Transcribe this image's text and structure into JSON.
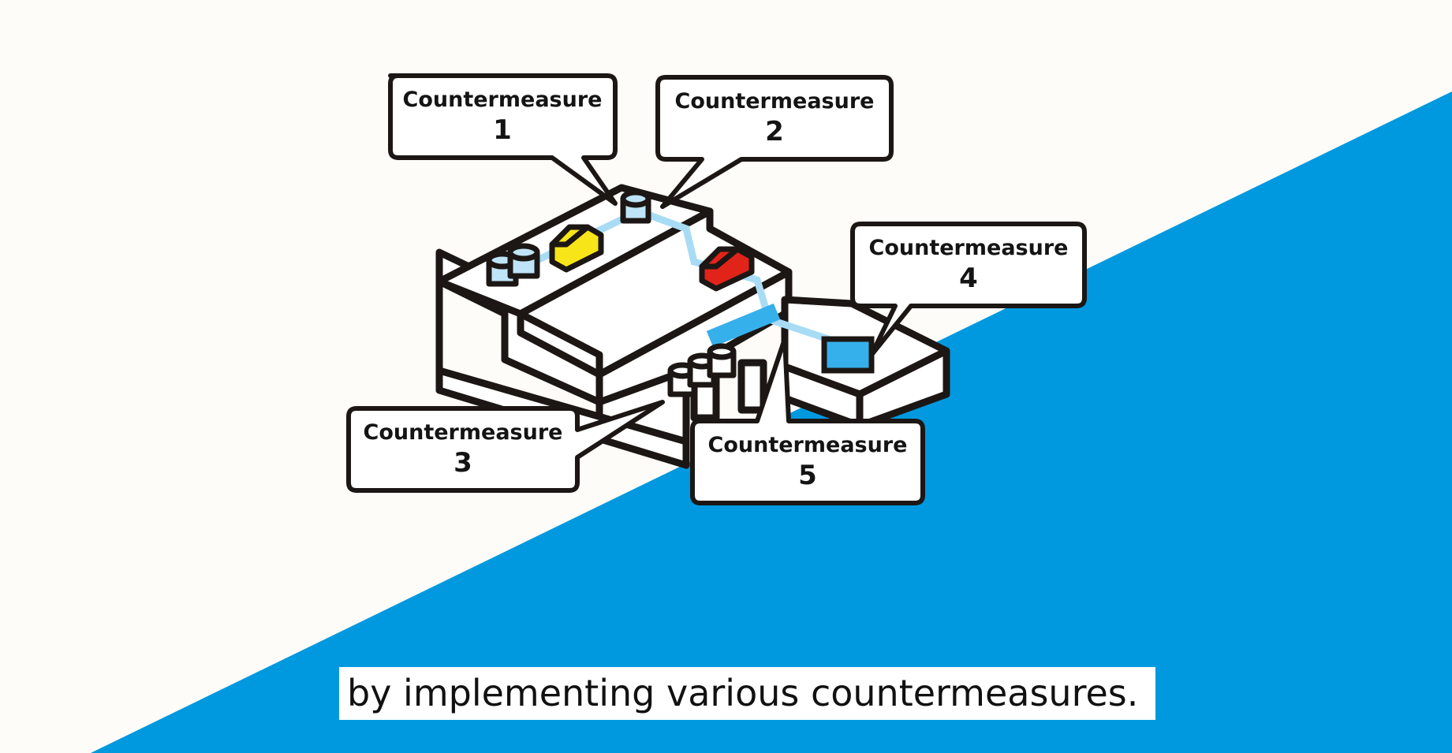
{
  "colors": {
    "background": "#fdfcf8",
    "blue": "#0099df",
    "outline": "#1c1714",
    "water": "#a8dcf5",
    "yellow_building": "#f7e51a",
    "red_building": "#e2231a",
    "tank": "#bfe4f7"
  },
  "callouts": [
    {
      "title": "Countermeasure",
      "number": "1"
    },
    {
      "title": "Countermeasure",
      "number": "2"
    },
    {
      "title": "Countermeasure",
      "number": "3"
    },
    {
      "title": "Countermeasure",
      "number": "4"
    },
    {
      "title": "Countermeasure",
      "number": "5"
    }
  ],
  "subtitle": "by implementing various countermeasures."
}
